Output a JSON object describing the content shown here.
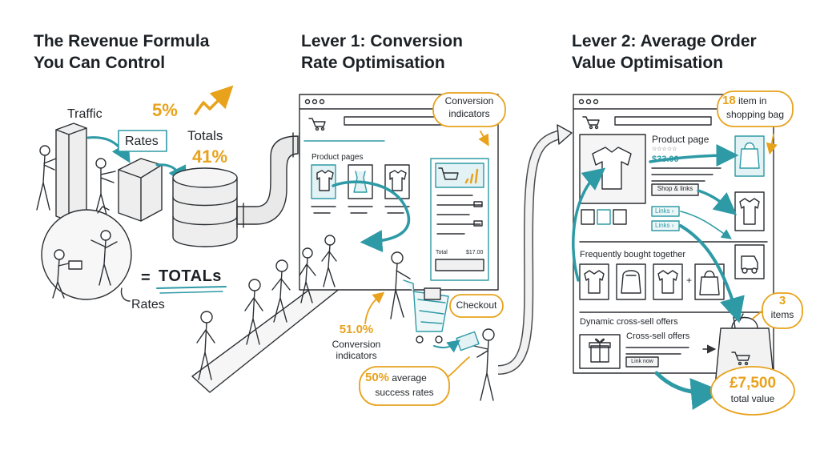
{
  "panel1": {
    "title_line1": "The Revenue Formula",
    "title_line2": "You Can Control",
    "traffic": "Traffic",
    "rates_box": "Rates",
    "percent_top": "5%",
    "totals_word": "Totals",
    "totals_percent": "41%",
    "equals": "=",
    "totals_caps": "TOTALs",
    "rates_lower": "Rates"
  },
  "panel2": {
    "title_line1": "Lever 1: Conversion",
    "title_line2": "Rate Optimisation",
    "bubble_line1": "Conversion",
    "bubble_line2": "indicators",
    "product_pages": "Product pages",
    "total_label": "Total",
    "total_value": "$17.00",
    "checkout": "Checkout",
    "rate_value": "51.0%",
    "rate_line1": "Conversion",
    "rate_line2": "indicators",
    "success_value": "50%",
    "success_word": "average",
    "success_line2": "success rates"
  },
  "panel3": {
    "title_line1": "Lever 2: Average Order",
    "title_line2": "Value Optimisation",
    "bag_count": "18",
    "bag_word": "item in",
    "bag_line2": "shopping bag",
    "product_page": "Product page",
    "price": "$33.00",
    "shop_links": "Shop & links",
    "links_1": "Links",
    "links_2": "Links",
    "frequently": "Frequently bought together",
    "plus": "+",
    "dynamic": "Dynamic cross-sell offers",
    "cross_sell": "Cross-sell offers",
    "link_now": "Link now",
    "items_count": "3",
    "items_word": "items",
    "total_value": "£7,500",
    "total_word": "total value"
  }
}
